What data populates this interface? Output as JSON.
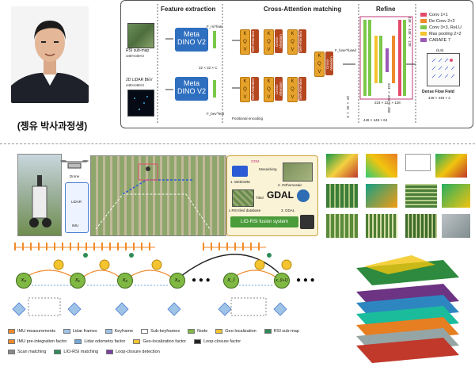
{
  "caption": "(젱유 박사과정생)",
  "pipeline": {
    "section_feature": "Feature extraction",
    "section_cross": "Cross-Attention matching",
    "section_refine": "Refine",
    "rsi_label": "RSI sub-map",
    "rsi_dims": "448×448×3",
    "lidar_label": "2D LiDAR BEV",
    "lidar_dims": "448×448×3",
    "meta_dino": "Meta\nDINO V2",
    "f_rsi": "F_rsi^feat",
    "f_bev": "F_bev^feat",
    "dim_32": "32 × 32 × C",
    "dim_32b": "32 × 32 × C",
    "pos_enc": "Positional encoding",
    "k": "K",
    "q": "Q",
    "v": "V",
    "self_att": "Self-Attention",
    "cross_att": "Cross-Attention",
    "f_fuse": "F_fuse^fused",
    "dim_448_128": "448 × 448 × 128",
    "dim_224_256": "224 × 224 × 256",
    "dim_224_128": "224 × 224 × 128",
    "dim_448_64": "448 × 448 × 64",
    "dense_flow": "Dense Flow Field",
    "dense_dims": "448 × 448 × 2",
    "flow_point": "(5,8)",
    "legend": [
      {
        "label": "Conv 1×1",
        "color": "#e34b6b"
      },
      {
        "label": "De-Conv 2×2",
        "color": "#f08a2a"
      },
      {
        "label": "Conv 3×3, ReLU",
        "color": "#7cc84a"
      },
      {
        "label": "Max pooling 2×2",
        "color": "#f4c430"
      },
      {
        "label": "CARAFE 7",
        "color": "#9b59b6"
      }
    ]
  },
  "system": {
    "drone": "Drone",
    "lidar": "LiDAR",
    "imu": "IMU",
    "webodm": "1. WebODM",
    "mosaicking": "Mosaicking",
    "orthomosaic": "2. Orthomosaic",
    "tiled": "Tiled",
    "gdal": "GDAL",
    "gdal3": "3. GDAL",
    "rsi_db": "c.RSI tiled database",
    "fusion": "LIO-RSI fusion system",
    "odm": "ODM"
  },
  "factor_graph": {
    "nodes": [
      "x₀",
      "x₁",
      "x₂",
      "x₃",
      "x_i",
      "x_{i+1}"
    ],
    "ellipsis": "● ● ●",
    "legend_row1": [
      {
        "label": "IMU measurements",
        "color": "#f08a2a"
      },
      {
        "label": "Lidar frames",
        "color": "#9ec3e6"
      },
      {
        "label": "Keyframe",
        "color": "#9ec3e6"
      },
      {
        "label": "Sub-keyframes",
        "color": "#ffffff"
      },
      {
        "label": "Node",
        "color": "#7fb843"
      },
      {
        "label": "Geo-localization",
        "color": "#f4c430"
      },
      {
        "label": "RSI sub-map",
        "color": "#2e8b57"
      }
    ],
    "legend_row2": [
      {
        "label": "IMU pre-integration factor",
        "color": "#f08a2a"
      },
      {
        "label": "Lidar odometry factor",
        "color": "#6fa8dc"
      },
      {
        "label": "Geo-localization factor",
        "color": "#f4c430"
      },
      {
        "label": "Loop-closure factor",
        "color": "#222222"
      }
    ],
    "legend_row3": [
      {
        "label": "Scan matching",
        "color": "#888888"
      },
      {
        "label": "LIO-RSI matching",
        "color": "#2e8b57"
      },
      {
        "label": "Loop-closure detection",
        "color": "#7b3fa0"
      }
    ]
  }
}
